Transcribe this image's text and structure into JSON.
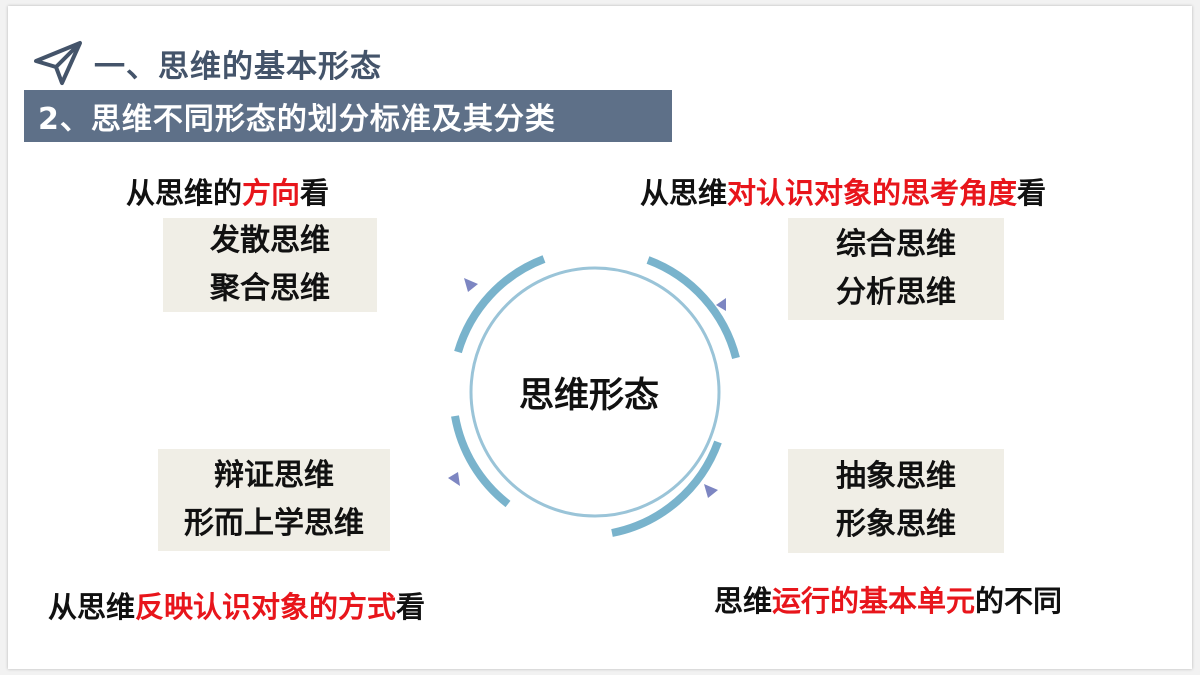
{
  "header": {
    "title": "一、思维的基本形态",
    "subtitle": "2、思维不同形态的划分标准及其分类",
    "icon": "paper-plane-icon"
  },
  "center": {
    "label": "思维形态"
  },
  "colors": {
    "accent": "#E8151B",
    "bar": "#5E7088",
    "ring": "#79B3CC",
    "box": "#F0EEE6"
  },
  "groups": [
    {
      "criterion": {
        "before": "从思维的",
        "highlight": "方向",
        "after": "看"
      },
      "items": [
        "发散思维",
        "聚合思维"
      ]
    },
    {
      "criterion": {
        "before": "从思维",
        "highlight": "对认识对象的思考角度",
        "after": "看"
      },
      "items": [
        "综合思维",
        "分析思维"
      ]
    },
    {
      "criterion": {
        "before": "从思维",
        "highlight": "反映认识对象的方式",
        "after": "看"
      },
      "items": [
        "辩证思维",
        "形而上学思维"
      ]
    },
    {
      "criterion": {
        "before": "思维",
        "highlight": "运行的基本单元",
        "after": "的不同"
      },
      "items": [
        "抽象思维",
        "形象思维"
      ]
    }
  ]
}
